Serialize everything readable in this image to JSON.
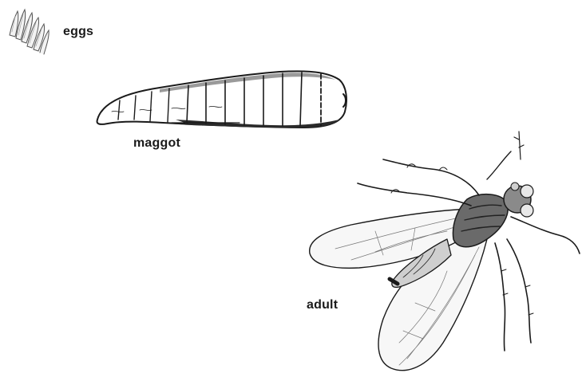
{
  "diagram": {
    "labels": {
      "eggs": "eggs",
      "maggot": "maggot",
      "adult": "adult"
    },
    "ink_color": "#1a1a1a"
  }
}
